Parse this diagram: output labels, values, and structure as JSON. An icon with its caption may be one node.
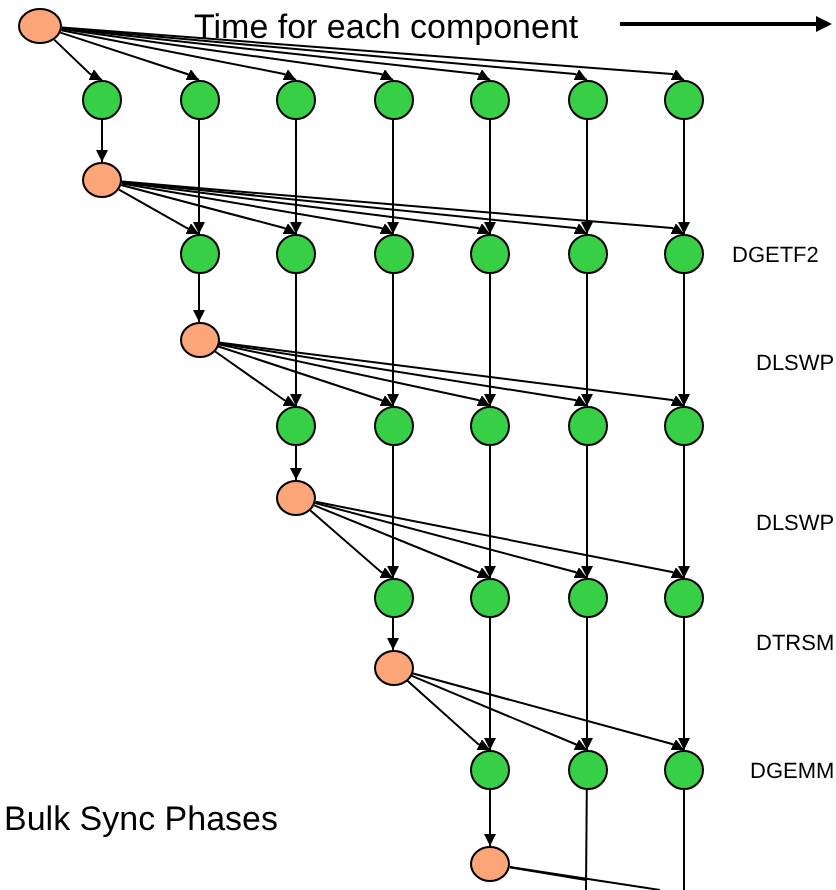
{
  "diagram": {
    "nodes": [
      {
        "text": [],
        "shape": "circle"
      },
      {
        "text": [],
        "shape": "circle"
      },
      {
        "text": [],
        "shape": "circle"
      },
      {
        "text": [],
        "shape": "circle"
      },
      {
        "text": [],
        "shape": "circle"
      },
      {
        "text": [],
        "shape": "circle"
      },
      {
        "text": [],
        "shape": "circle"
      },
      {
        "text": [],
        "shape": "circle"
      },
      {
        "text": [],
        "shape": "circle"
      },
      {
        "text": [],
        "shape": "circle"
      },
      {
        "text": [],
        "shape": "circle"
      },
      {
        "text": [],
        "shape": "circle"
      },
      {
        "text": [],
        "shape": "circle"
      },
      {
        "text": [],
        "shape": "circle"
      },
      {
        "text": [],
        "shape": "circle"
      },
      {
        "text": [],
        "shape": "circle"
      },
      {
        "text": [],
        "shape": "circle"
      },
      {
        "text": [],
        "shape": "circle"
      },
      {
        "text": [],
        "shape": "circle"
      },
      {
        "text": [],
        "shape": "circle"
      },
      {
        "text": [],
        "shape": "circle"
      },
      {
        "text": [],
        "shape": "circle"
      },
      {
        "text": [],
        "shape": "circle"
      },
      {
        "text": [],
        "shape": "circle"
      },
      {
        "text": [],
        "shape": "circle"
      },
      {
        "text": [],
        "shape": "circle"
      },
      {
        "text": [],
        "shape": "circle"
      },
      {
        "text": [],
        "shape": "circle"
      },
      {
        "text": [],
        "shape": "circle"
      },
      {
        "text": [],
        "shape": "circle"
      },
      {
        "text": [],
        "shape": "circle"
      }
    ],
    "edges": [
      {
        "from": 0,
        "to": 1,
        "arrow": "to"
      },
      {
        "from": 0,
        "to": 2,
        "arrow": "to"
      },
      {
        "from": 0,
        "to": 3,
        "arrow": "to"
      },
      {
        "from": 0,
        "to": 4,
        "arrow": "to"
      },
      {
        "from": 0,
        "to": 5,
        "arrow": "to"
      },
      {
        "from": 0,
        "to": 6,
        "arrow": "to"
      },
      {
        "from": 0,
        "to": 7,
        "arrow": "to"
      },
      {
        "from": 1,
        "to": 8,
        "arrow": "to"
      },
      {
        "from": 2,
        "to": 9,
        "arrow": "to"
      },
      {
        "from": 3,
        "to": 10,
        "arrow": "to"
      },
      {
        "from": 4,
        "to": 11,
        "arrow": "to"
      },
      {
        "from": 5,
        "to": 12,
        "arrow": "to"
      },
      {
        "from": 6,
        "to": 13,
        "arrow": "to"
      },
      {
        "from": 7,
        "to": 14,
        "arrow": "to"
      },
      {
        "from": 8,
        "to": 9,
        "arrow": "to"
      },
      {
        "from": 8,
        "to": 10,
        "arrow": "to"
      },
      {
        "from": 8,
        "to": 11,
        "arrow": "to"
      },
      {
        "from": 8,
        "to": 12,
        "arrow": "to"
      },
      {
        "from": 8,
        "to": 13,
        "arrow": "to"
      },
      {
        "from": 8,
        "to": 14,
        "arrow": "to"
      },
      {
        "from": 9,
        "to": 15,
        "arrow": "to"
      },
      {
        "from": 10,
        "to": 16,
        "arrow": "to"
      },
      {
        "from": 11,
        "to": 17,
        "arrow": "to"
      },
      {
        "from": 12,
        "to": 18,
        "arrow": "to"
      },
      {
        "from": 13,
        "to": 19,
        "arrow": "to"
      },
      {
        "from": 14,
        "to": 20,
        "arrow": "to"
      },
      {
        "from": 15,
        "to": 16,
        "arrow": "to"
      },
      {
        "from": 15,
        "to": 17,
        "arrow": "to"
      },
      {
        "from": 15,
        "to": 18,
        "arrow": "to"
      },
      {
        "from": 15,
        "to": 19,
        "arrow": "to"
      },
      {
        "from": 15,
        "to": 20,
        "arrow": "to"
      },
      {
        "from": 16,
        "to": 21,
        "arrow": "to"
      },
      {
        "from": 17,
        "to": 22,
        "arrow": "to"
      },
      {
        "from": 18,
        "to": 23,
        "arrow": "to"
      },
      {
        "from": 19,
        "to": 24,
        "arrow": "to"
      },
      {
        "from": 20,
        "to": 25,
        "arrow": "to"
      },
      {
        "from": 21,
        "to": 22,
        "arrow": "to"
      },
      {
        "from": 21,
        "to": 23,
        "arrow": "to"
      },
      {
        "from": 21,
        "to": 24,
        "arrow": "to"
      },
      {
        "from": 21,
        "to": 25,
        "arrow": "to"
      },
      {
        "from": 22,
        "to": 26,
        "arrow": "to"
      },
      {
        "from": 23,
        "to": 27,
        "arrow": "to"
      },
      {
        "from": 24,
        "to": 28,
        "arrow": "to"
      },
      {
        "from": 25,
        "to": 29,
        "arrow": "to"
      },
      {
        "from": 26,
        "to": 27,
        "arrow": "to"
      },
      {
        "from": 26,
        "to": 28,
        "arrow": "to"
      },
      {
        "from": 26,
        "to": 29,
        "arrow": "to"
      },
      {
        "from": 27,
        "to": 30,
        "arrow": "to"
      },
      {
        "from": 28,
        "to": null,
        "arrow": "none"
      },
      {
        "from": 29,
        "to": null,
        "arrow": "none"
      },
      {
        "from": 30,
        "to": null,
        "arrow": "none"
      },
      {
        "from": 30,
        "to": null,
        "arrow": "none"
      }
    ],
    "labels": [
      "Time for each component",
      "DGETF2",
      "DLSWP",
      "DLSWP",
      "DTRSM",
      "DGEMM",
      "Bulk Sync Phases"
    ]
  }
}
